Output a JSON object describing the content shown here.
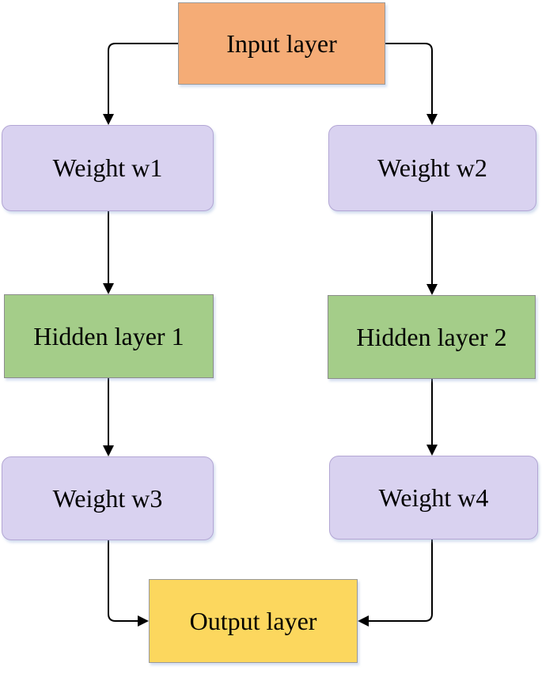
{
  "diagram": {
    "type": "flowchart",
    "background_color": "#ffffff",
    "edge_style": {
      "color": "#000000",
      "width": 2
    },
    "node_colors": {
      "input": "#F5AC76",
      "weight": "#D9D2F0",
      "hidden": "#A4CD89",
      "output": "#FCD75E"
    },
    "border_colors": {
      "input": "#999999",
      "weight": "#B3A6D4",
      "hidden": "#8C8C8C",
      "output": "#999999"
    },
    "nodes": [
      {
        "id": "input-layer",
        "label": "Input layer",
        "shape": "rectangle",
        "fill": "#F5AC76",
        "border": "#999999"
      },
      {
        "id": "weight-w1",
        "label": "Weight w1",
        "shape": "rounded",
        "fill": "#D9D2F0",
        "border": "#B3A6D4"
      },
      {
        "id": "weight-w2",
        "label": "Weight w2",
        "shape": "rounded",
        "fill": "#D9D2F0",
        "border": "#B3A6D4"
      },
      {
        "id": "hidden-layer-1",
        "label": "Hidden layer 1",
        "shape": "rectangle",
        "fill": "#A4CD89",
        "border": "#8C8C8C"
      },
      {
        "id": "hidden-layer-2",
        "label": "Hidden layer 2",
        "shape": "rectangle",
        "fill": "#A4CD89",
        "border": "#8C8C8C"
      },
      {
        "id": "weight-w3",
        "label": "Weight w3",
        "shape": "rounded",
        "fill": "#D9D2F0",
        "border": "#B3A6D4"
      },
      {
        "id": "weight-w4",
        "label": "Weight w4",
        "shape": "rounded",
        "fill": "#D9D2F0",
        "border": "#B3A6D4"
      },
      {
        "id": "output-layer",
        "label": "Output layer",
        "shape": "rectangle",
        "fill": "#FCD75E",
        "border": "#999999"
      }
    ],
    "edges": [
      {
        "from": "input-layer",
        "to": "weight-w1"
      },
      {
        "from": "input-layer",
        "to": "weight-w2"
      },
      {
        "from": "weight-w1",
        "to": "hidden-layer-1"
      },
      {
        "from": "weight-w2",
        "to": "hidden-layer-2"
      },
      {
        "from": "hidden-layer-1",
        "to": "weight-w3"
      },
      {
        "from": "hidden-layer-2",
        "to": "weight-w4"
      },
      {
        "from": "weight-w3",
        "to": "output-layer"
      },
      {
        "from": "weight-w4",
        "to": "output-layer"
      }
    ]
  }
}
